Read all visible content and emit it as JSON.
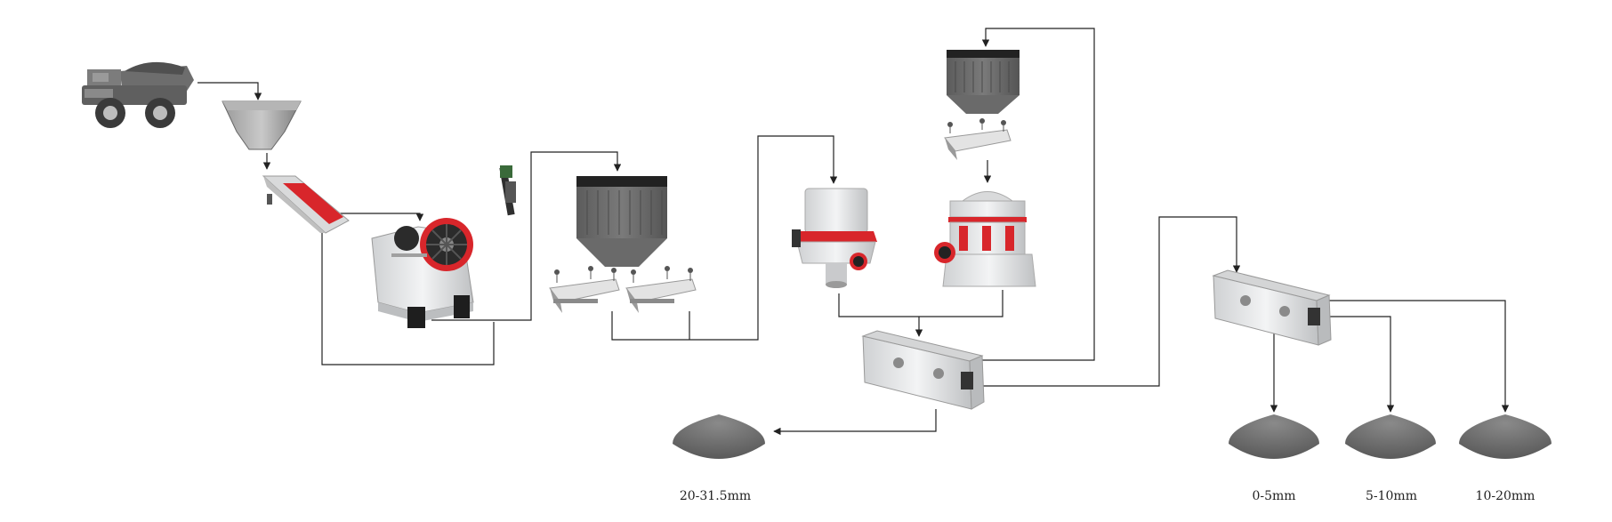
{
  "products": {
    "coarse": "20-31.5mm",
    "fine": "0-5mm",
    "small": "5-10mm",
    "medium": "10-20mm"
  },
  "colors": {
    "line": "#222222",
    "steel": "#6a6a6a",
    "steel_dark": "#3f3f3f",
    "machine_white": "#e9eaeb",
    "accent_red": "#d8262b",
    "pile": "#777777"
  },
  "equipment": {
    "truck": "dump-truck-icon",
    "feed_hopper": "feed-hopper-icon",
    "vibrating_feeder": "vibrating-feeder-icon",
    "jaw_crusher": "jaw-crusher-icon",
    "metal_detector": "metal-detector-icon",
    "surge_bin": "surge-bin-icon",
    "belt_feeders": "belt-feeder-icon",
    "single_cylinder_cone": "cone-crusher-icon",
    "multi_cylinder_cone": "hydraulic-cone-crusher-icon",
    "screen_1": "vibrating-screen-icon",
    "screen_2": "vibrating-screen-icon",
    "stockpile": "stockpile-icon"
  }
}
